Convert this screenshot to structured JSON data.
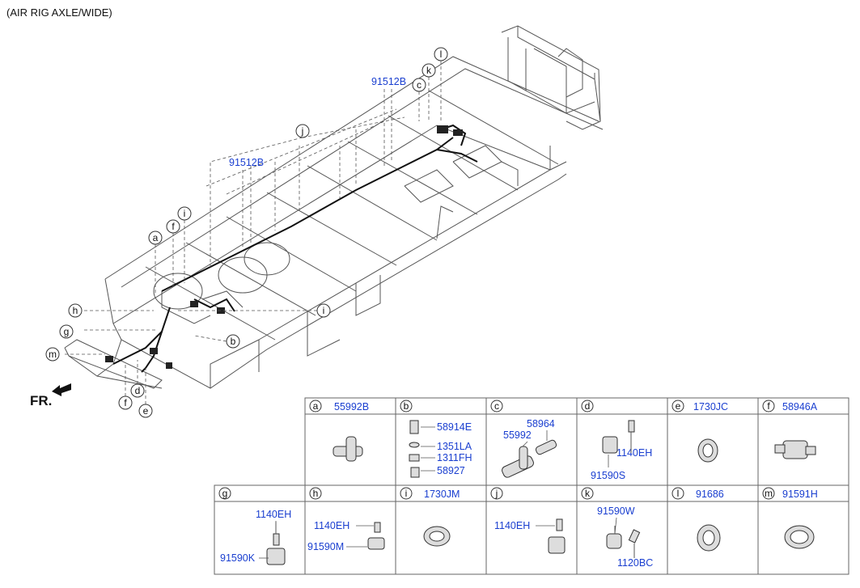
{
  "title": "(AIR RIG AXLE/WIDE)",
  "front_label": "FR.",
  "callouts": {
    "a": "a",
    "b": "b",
    "c": "c",
    "d": "d",
    "e": "e",
    "f": "f",
    "g": "g",
    "h": "h",
    "i": "i",
    "j": "j",
    "k": "k",
    "l": "l",
    "m": "m"
  },
  "main_parts": [
    "91512B",
    "91512B"
  ],
  "legend": [
    {
      "letter": "a",
      "parts": [
        "55992B"
      ]
    },
    {
      "letter": "b",
      "parts": [
        "58914E",
        "1351LA",
        "1311FH",
        "58927"
      ]
    },
    {
      "letter": "c",
      "parts": [
        "58964",
        "55992"
      ]
    },
    {
      "letter": "d",
      "parts": [
        "1140EH",
        "91590S"
      ]
    },
    {
      "letter": "e",
      "parts": [
        "1730JC"
      ]
    },
    {
      "letter": "f",
      "parts": [
        "58946A"
      ]
    },
    {
      "letter": "g",
      "parts": [
        "1140EH",
        "91590K"
      ]
    },
    {
      "letter": "h",
      "parts": [
        "1140EH",
        "91590M"
      ]
    },
    {
      "letter": "i",
      "parts": [
        "1730JM"
      ]
    },
    {
      "letter": "j",
      "parts": [
        "1140EH"
      ]
    },
    {
      "letter": "k",
      "parts": [
        "91590W",
        "1120BC"
      ]
    },
    {
      "letter": "l",
      "parts": [
        "91686"
      ]
    },
    {
      "letter": "m",
      "parts": [
        "91591H"
      ]
    }
  ],
  "colors": {
    "part_number": "#1a3fd0",
    "line": "#555555"
  }
}
